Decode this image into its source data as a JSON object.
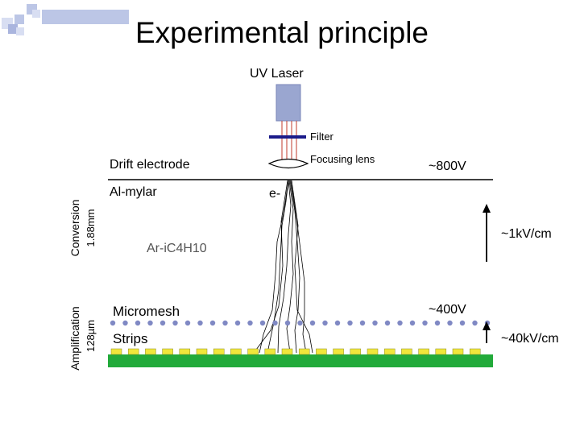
{
  "title": "Experimental principle",
  "laser_label": "UV Laser",
  "filter_label": "Filter",
  "lens_label": "Focusing lens",
  "drift_electrode_label": "Drift electrode",
  "al_mylar_label": "Al-mylar",
  "electron_label": "e-",
  "gas_label": "Ar-iC4H10",
  "micromesh_label": "Micromesh",
  "strips_label": "Strips",
  "drift_voltage": "~800V",
  "drift_field": "~1kV/cm",
  "mesh_voltage": "~400V",
  "amplification_field": "~40kV/cm",
  "conversion_label": "Conversion",
  "amplification_label": "Amplification",
  "conversion_gap": "1.88mm",
  "amplification_gap": "128µm",
  "colors": {
    "laser": "#9aa6d0",
    "filter": "#1a1a8a",
    "beam": "#c0392b",
    "mesh_dots": "#8089c4",
    "strips": "#f0e63c",
    "board": "#22aa3a",
    "arrow": "#000000"
  }
}
